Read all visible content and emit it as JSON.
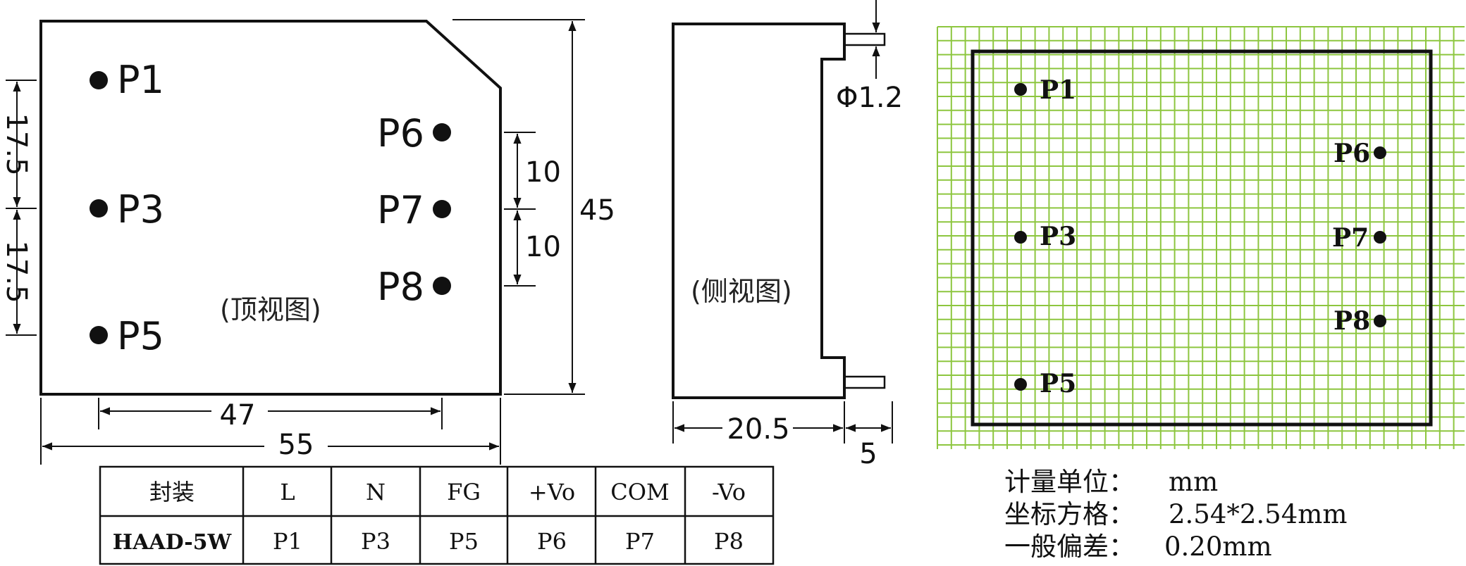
{
  "top_view": {
    "pins_left": [
      "P1",
      "P3",
      "P5"
    ],
    "pins_right": [
      "P6",
      "P7",
      "P8"
    ],
    "label": "(顶视图)",
    "dims": {
      "spacing_left_1": "17.5",
      "spacing_left_2": "17.5",
      "spacing_right_1": "10",
      "spacing_right_2": "10",
      "height": "45",
      "pin_span": "47",
      "width": "55"
    }
  },
  "side_view": {
    "label": "(侧视图)",
    "dims": {
      "pin_dia": "Φ1.2",
      "depth": "20.5",
      "pin_len": "5"
    }
  },
  "grid_view": {
    "pins": [
      "P1",
      "P3",
      "P5",
      "P6",
      "P7",
      "P8"
    ],
    "grid_color": "#8dc63f"
  },
  "table": {
    "header": [
      "封装",
      "L",
      "N",
      "FG",
      "+Vo",
      "COM",
      "-Vo"
    ],
    "row": [
      "HAAD-5W",
      "P1",
      "P3",
      "P5",
      "P6",
      "P7",
      "P8"
    ]
  },
  "notes": [
    {
      "label": "计量单位：",
      "value": "mm"
    },
    {
      "label": "坐标方格：",
      "value": "2.54*2.54mm"
    },
    {
      "label": "一般偏差：",
      "value": "0.20mm"
    }
  ]
}
